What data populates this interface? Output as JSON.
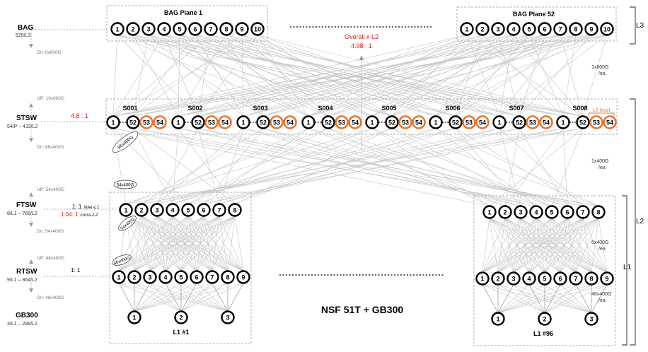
{
  "tiers": {
    "bag": {
      "name": "BAG",
      "sub": "520/L3",
      "down": "Dn: 8x800G"
    },
    "stsw": {
      "name": "STSW",
      "sub": "54/P – 432/L2",
      "up": "UP: 10x800G",
      "down": "Dn: 96x400G",
      "ratio": "4.8 : 1"
    },
    "ftsw": {
      "name": "FTSW",
      "sub": "8/L1 – 768/L2",
      "up": "UP: 54x400G",
      "down": "Dn: 54x400G",
      "ratio1": "1: 1",
      "ratio1_note": "inter-L1",
      "ratio2": "1.04: 1",
      "ratio2_note": "cross-L2"
    },
    "rtsw": {
      "name": "RTSW",
      "sub": "9/L1 – 864/L2",
      "up": "UP: 48x400G",
      "down": "Dn: 48x400G",
      "ratio": "1: 1"
    },
    "gb300": {
      "name": "GB300",
      "sub": "3/L1 – 288/L2"
    }
  },
  "bag_planes": [
    {
      "title": "BAG Plane 1",
      "nodes": [
        "1",
        "2",
        "3",
        "4",
        "5",
        "6",
        "7",
        "8",
        "9",
        "10"
      ]
    },
    {
      "title": "BAG Plane 52",
      "nodes": [
        "1",
        "2",
        "3",
        "4",
        "5",
        "6",
        "7",
        "8",
        "9",
        "10"
      ]
    }
  ],
  "overall": {
    "title": "Overall x L2",
    "ratio": "4.98 : 1"
  },
  "stsw_groups": [
    {
      "label": "S001",
      "nodes": [
        "1",
        "52",
        "53",
        "54"
      ]
    },
    {
      "label": "S002",
      "nodes": [
        "1",
        "52",
        "53",
        "54"
      ]
    },
    {
      "label": "S003",
      "nodes": [
        "1",
        "52",
        "53",
        "54"
      ]
    },
    {
      "label": "S004",
      "nodes": [
        "1",
        "52",
        "53",
        "54"
      ]
    },
    {
      "label": "S005",
      "nodes": [
        "1",
        "52",
        "53",
        "54"
      ]
    },
    {
      "label": "S006",
      "nodes": [
        "1",
        "52",
        "53",
        "54"
      ]
    },
    {
      "label": "S007",
      "nodes": [
        "1",
        "52",
        "53",
        "54"
      ]
    },
    {
      "label": "S008",
      "nodes": [
        "1",
        "52",
        "53",
        "54"
      ]
    }
  ],
  "l2_local": "L2-local",
  "pods": [
    {
      "label": "L1 #1",
      "ftsw": [
        "1",
        "2",
        "3",
        "4",
        "5",
        "6",
        "7",
        "8"
      ],
      "rtsw": [
        "1",
        "2",
        "3",
        "4",
        "5",
        "6",
        "7",
        "8",
        "9"
      ],
      "gb": [
        "1",
        "2",
        "3"
      ]
    },
    {
      "label": "L1 #96",
      "ftsw": [
        "1",
        "2",
        "3",
        "4",
        "5",
        "6",
        "7",
        "8"
      ],
      "rtsw": [
        "1",
        "2",
        "3",
        "4",
        "5",
        "6",
        "7",
        "8",
        "9"
      ],
      "gb": [
        "1",
        "2",
        "3"
      ]
    }
  ],
  "link_labels": {
    "bag_stsw": "1x800G\n/ea",
    "stsw_ftsw": "1x400G\n/ea",
    "ftsw_rtsw": "6x400G\n/ea",
    "rtsw_gb": "48x400G\n/ea",
    "pill_96": "96x400G",
    "pill_54a": "54x400G",
    "pill_54b": "54x400G",
    "pill_48": "48x400G"
  },
  "title": "NSF 51T + GB300",
  "layers": {
    "l3": "L3",
    "l2": "L2",
    "l1": "L1"
  },
  "colors": {
    "orange": "#e8742a",
    "red": "#e02020",
    "link": "#c4c4c4"
  }
}
